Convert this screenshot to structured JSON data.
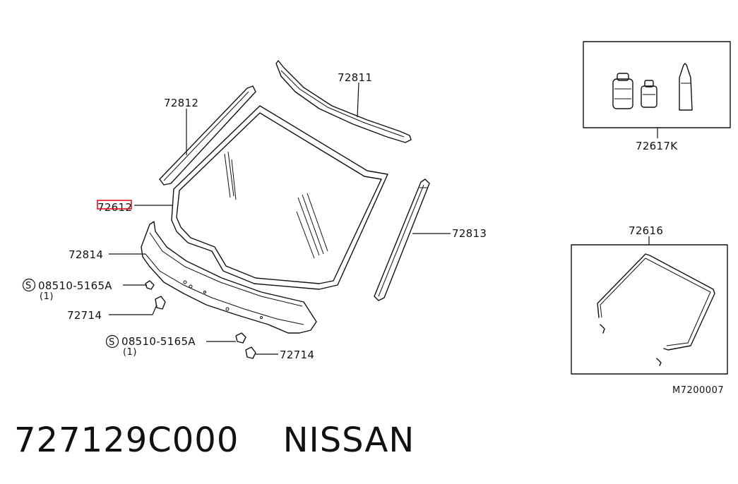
{
  "labels": {
    "windshield_glass": "72612",
    "upper_moulding": "72811",
    "left_side_moulding": "72812",
    "right_side_moulding": "72813",
    "cowl_lower_moulding": "72814",
    "screw_left": "08510-5165A",
    "screw_left_qty": "(1)",
    "clip_left": "72714",
    "screw_bottom": "08510-5165A",
    "screw_bottom_qty": "(1)",
    "clip_bottom": "72714",
    "adhesive_kit": "72617K",
    "dam_rubber": "72616",
    "drawing_code": "M7200007",
    "screw_prefix": "S"
  },
  "highlight_color": "#e8101e",
  "footer": {
    "part_number": "727129C000",
    "brand": "NISSAN"
  }
}
